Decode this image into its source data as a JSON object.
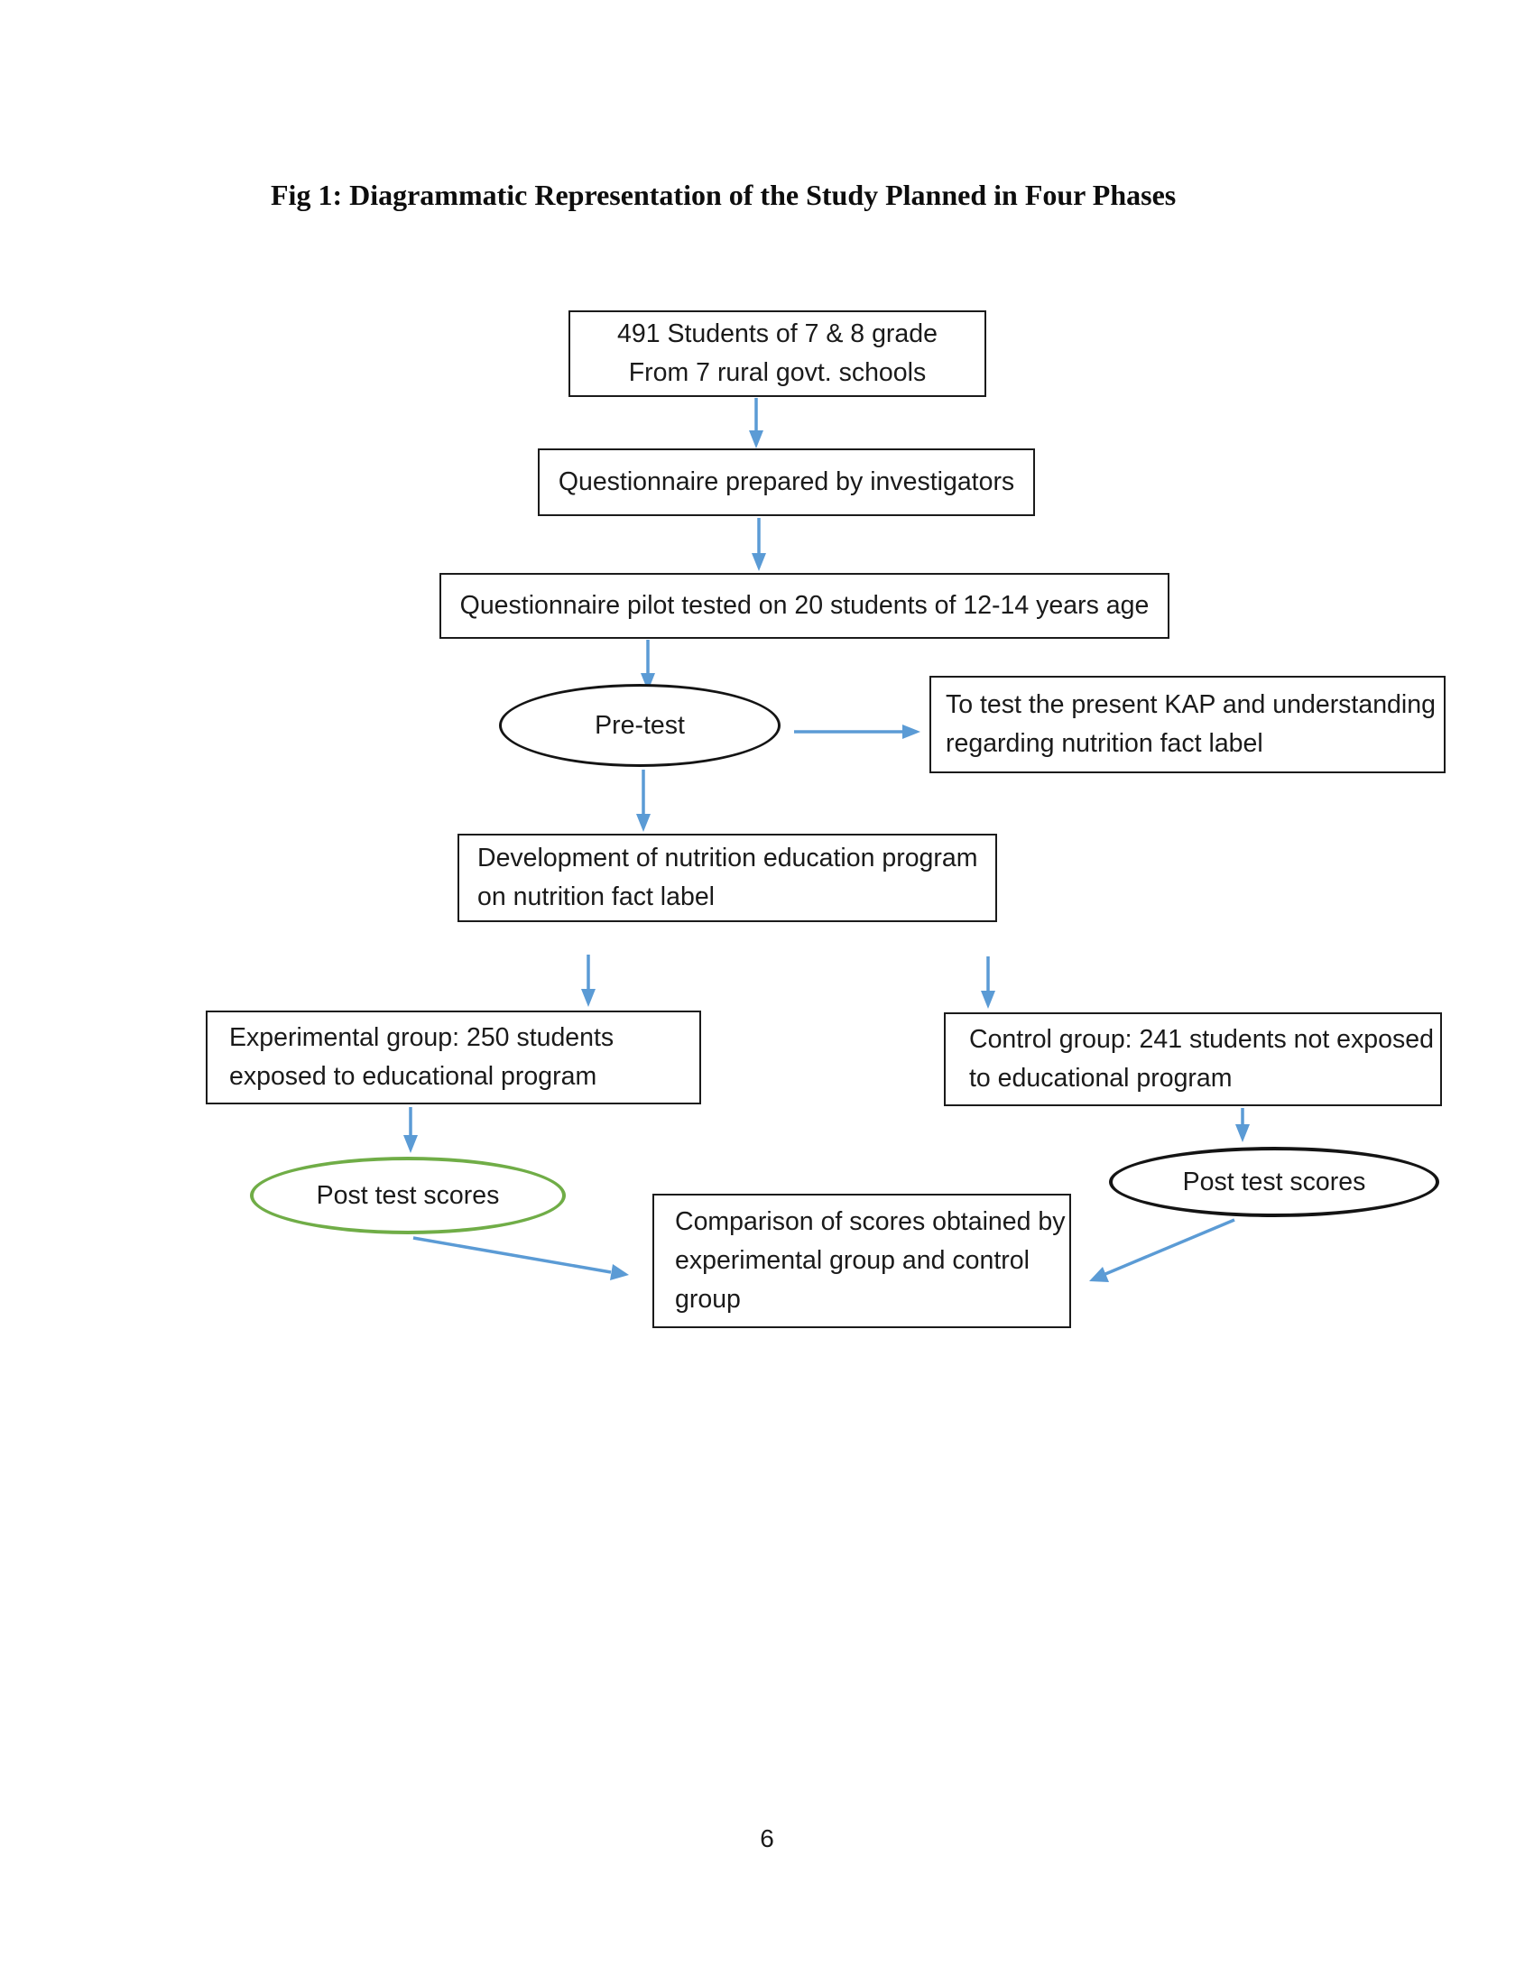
{
  "figure": {
    "caption": "Fig 1: Diagrammatic Representation of the Study Planned in Four Phases",
    "page_number": "6"
  },
  "colors": {
    "arrow": "#5B9BD5",
    "green_ellipse_stroke": "#70AD47",
    "shape_stroke": "#141414"
  },
  "nodes": {
    "students": {
      "line1": "491 Students of 7 & 8 grade",
      "line2": "From 7 rural govt. schools"
    },
    "questionnaire_prepared": {
      "line1": "Questionnaire prepared by investigators"
    },
    "pilot_test": {
      "line1": "Questionnaire pilot tested on 20 students of 12-14 years age"
    },
    "pre_test": {
      "line1": "Pre-test"
    },
    "kap_purpose": {
      "line1": "To test the present KAP and understanding",
      "line2": "regarding nutrition fact label"
    },
    "development": {
      "line1": "Development of nutrition education program",
      "line2": "on nutrition fact label"
    },
    "experimental_group": {
      "line1": "Experimental group: 250 students",
      "line2": "exposed to educational program"
    },
    "control_group": {
      "line1": "Control group: 241 students not exposed",
      "line2": "to educational program"
    },
    "post_test_experimental": {
      "line1": "Post test scores"
    },
    "post_test_control": {
      "line1": "Post test scores"
    },
    "comparison": {
      "line1": "Comparison of scores obtained by",
      "line2": "experimental group and control",
      "line3": "group"
    }
  }
}
